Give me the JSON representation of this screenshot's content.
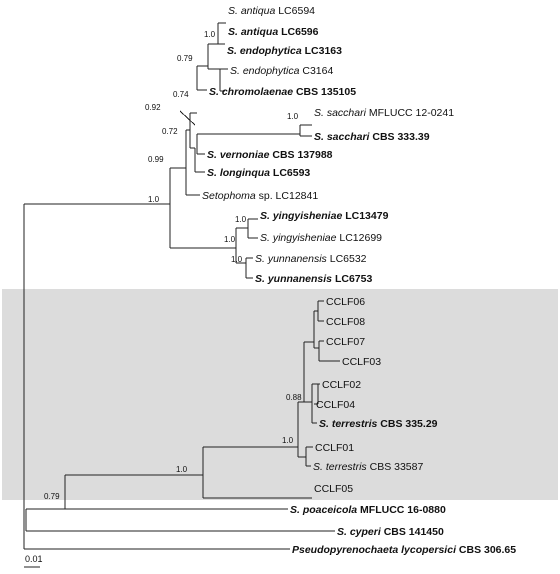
{
  "tree": {
    "highlight_color": "#dcdcdc",
    "line_color": "#222222",
    "taxa": [
      {
        "id": "t1",
        "italic": "S. antiqua",
        "rest": " LC6594",
        "bold": false
      },
      {
        "id": "t2",
        "italic": "S. antiqua",
        "rest": " LC6596",
        "bold": true
      },
      {
        "id": "t3",
        "italic": "S. endophytica",
        "rest": " LC3163",
        "bold": true
      },
      {
        "id": "t4",
        "italic": "S. endophytica",
        "rest": " C3164",
        "bold": false
      },
      {
        "id": "t5",
        "italic": "S. chromolaenae",
        "rest": " CBS 135105",
        "bold": true
      },
      {
        "id": "t6",
        "italic": "S. sacchari",
        "rest": " MFLUCC 12-0241",
        "bold": false
      },
      {
        "id": "t7",
        "italic": "S. sacchari",
        "rest": " CBS 333.39",
        "bold": true
      },
      {
        "id": "t8",
        "italic": "S. vernoniae",
        "rest": " CBS 137988",
        "bold": true
      },
      {
        "id": "t9",
        "italic": "S. longinqua",
        "rest": " LC6593",
        "bold": true
      },
      {
        "id": "t10",
        "italic": "Setophoma",
        "rest": " sp. LC12841",
        "bold": false
      },
      {
        "id": "t11",
        "italic": "S. yingyisheniae",
        "rest": " LC13479",
        "bold": true
      },
      {
        "id": "t12",
        "italic": "S. yingyisheniae",
        "rest": " LC12699",
        "bold": false
      },
      {
        "id": "t13",
        "italic": "S. yunnanensis",
        "rest": " LC6532",
        "bold": false
      },
      {
        "id": "t14",
        "italic": "S. yunnanensis",
        "rest": " LC6753",
        "bold": true
      },
      {
        "id": "t15",
        "italic": "",
        "rest": "CCLF06",
        "bold": false
      },
      {
        "id": "t16",
        "italic": "",
        "rest": "CCLF08",
        "bold": false
      },
      {
        "id": "t17",
        "italic": "",
        "rest": "CCLF07",
        "bold": false
      },
      {
        "id": "t18",
        "italic": "",
        "rest": "CCLF03",
        "bold": false
      },
      {
        "id": "t19",
        "italic": "",
        "rest": "CCLF02",
        "bold": false
      },
      {
        "id": "t20",
        "italic": "",
        "rest": "CCLF04",
        "bold": false
      },
      {
        "id": "t21",
        "italic": "S. terrestris",
        "rest": " CBS 335.29",
        "bold": true
      },
      {
        "id": "t22",
        "italic": "",
        "rest": "CCLF01",
        "bold": false
      },
      {
        "id": "t23",
        "italic": "S. terrestris",
        "rest": " CBS 33587",
        "bold": false
      },
      {
        "id": "t24",
        "italic": "",
        "rest": "CCLF05",
        "bold": false
      },
      {
        "id": "t25",
        "italic": "S. poaceicola",
        "rest": " MFLUCC 16-0880",
        "bold": true
      },
      {
        "id": "t26",
        "italic": "S. cyperi",
        "rest": " CBS 141450",
        "bold": true
      },
      {
        "id": "t27",
        "italic": "Pseudopyrenochaeta lycopersici",
        "rest": " CBS 306.65",
        "bold": true
      }
    ],
    "supports": [
      {
        "id": "s1",
        "text": "1.0"
      },
      {
        "id": "s2",
        "text": "0.79"
      },
      {
        "id": "s3",
        "text": "0.74"
      },
      {
        "id": "s4",
        "text": "0.92"
      },
      {
        "id": "s5",
        "text": "0.72"
      },
      {
        "id": "s6",
        "text": "1.0"
      },
      {
        "id": "s7",
        "text": "0.99"
      },
      {
        "id": "s8",
        "text": "1.0"
      },
      {
        "id": "s9",
        "text": "1.0"
      },
      {
        "id": "s10",
        "text": "1.0"
      },
      {
        "id": "s11",
        "text": "1.0"
      },
      {
        "id": "s12",
        "text": "0.88"
      },
      {
        "id": "s13",
        "text": "1.0"
      },
      {
        "id": "s14",
        "text": "1.0"
      },
      {
        "id": "s15",
        "text": "0.79"
      }
    ],
    "scale_bar": {
      "label": "0.01"
    }
  }
}
